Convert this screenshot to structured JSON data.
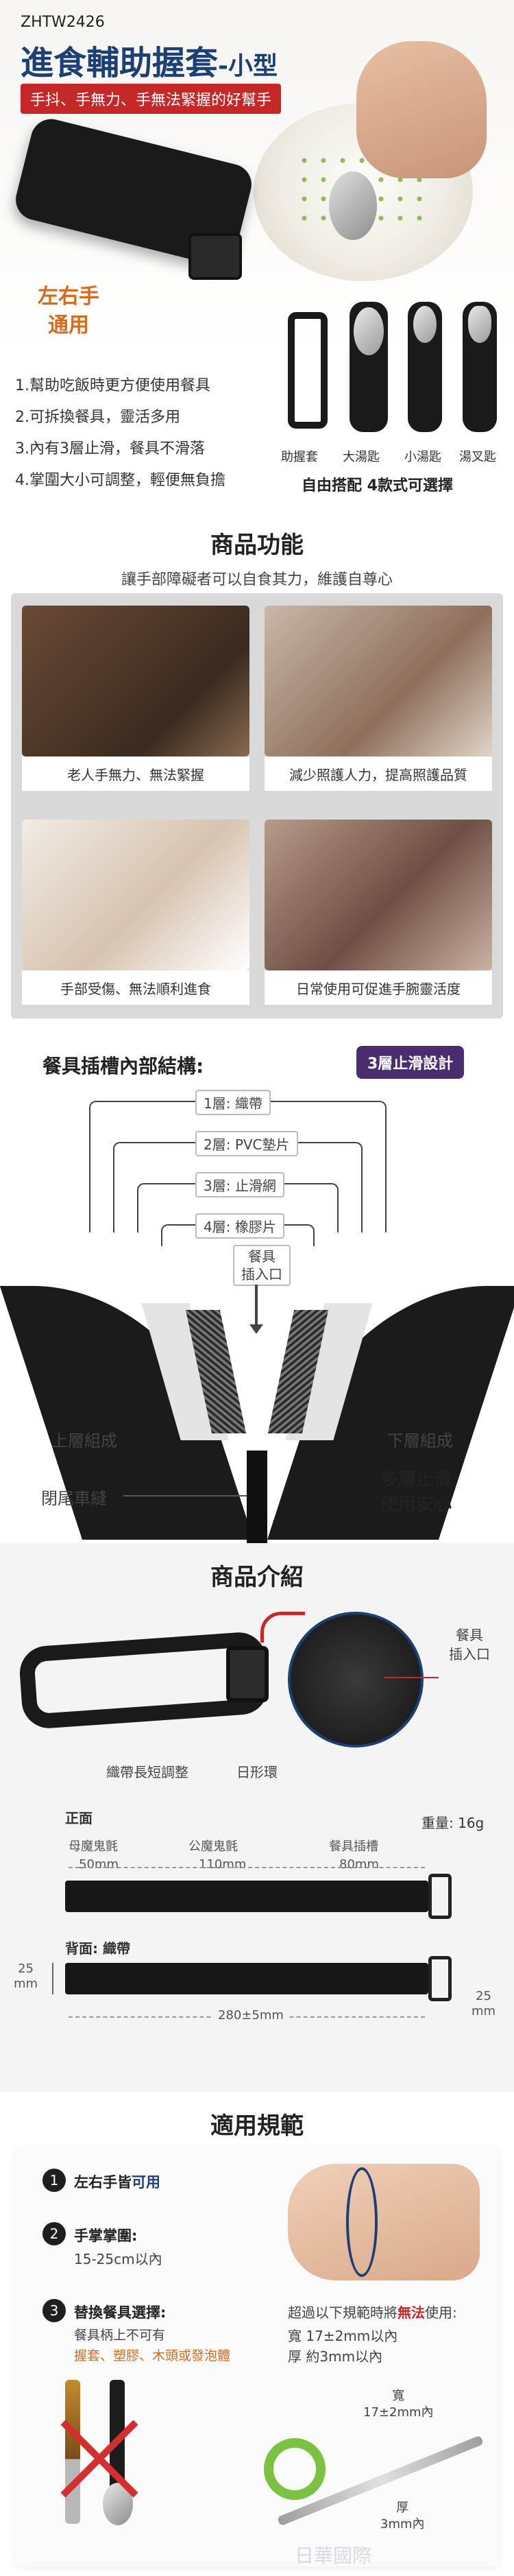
{
  "header": {
    "code": "ZHTW2426",
    "title_main": "進食輔助握套",
    "title_suffix": "-小型",
    "tagline": "手抖、手無力、手無法緊握的好幫手",
    "both_hands_line1": "左右手",
    "both_hands_line2": "通用",
    "features": [
      "1.幫助吃飯時更方便使用餐具",
      "2.可拆換餐具，靈活多用",
      "3.內有3層止滑，餐具不滑落",
      "4.掌圍大小可調整，輕便無負擔"
    ],
    "combo_labels": [
      "助握套",
      "大湯匙",
      "小湯匙",
      "湯叉匙"
    ],
    "combo_caption": "自由搭配 4款式可選擇"
  },
  "functions": {
    "title": "商品功能",
    "subtitle": "讓手部障礙者可以自食其力，維護自尊心",
    "items": [
      "老人手無力、無法緊握",
      "減少照護人力，提高照護品質",
      "手部受傷、無法順利進食",
      "日常使用可促進手腕靈活度"
    ]
  },
  "structure": {
    "title": "餐具插槽內部結構:",
    "badge": "3層止滑設計",
    "layers": [
      "1層: 織帶",
      "2層: PVC墊片",
      "3層: 止滑網",
      "4層: 橡膠片"
    ],
    "slot_line1": "餐具",
    "slot_line2": "插入口",
    "upper": "上層組成",
    "lower": "下層組成",
    "seam": "閉尾車縫",
    "safe_line1": "多層止滑",
    "safe_line2": "使用安心"
  },
  "intro": {
    "title": "商品介紹",
    "slot_line1": "餐具",
    "slot_line2": "插入口",
    "adjust": "織帶長短調整",
    "ring": "日形環",
    "front": "正面",
    "weight": "重量: 16g",
    "seg_labels": [
      "母魔鬼氈",
      "公魔鬼氈",
      "餐具插槽"
    ],
    "seg_sizes": [
      "50mm",
      "110mm",
      "80mm"
    ],
    "back": "背面: 織帶",
    "height": "25",
    "height_unit": "mm",
    "length": "280±5mm",
    "height2": "25",
    "height2_unit": "mm"
  },
  "spec": {
    "title": "適用規範",
    "items": [
      {
        "n": "1",
        "head": "左右手皆",
        "head_hl": "可用"
      },
      {
        "n": "2",
        "head": "手掌掌圍:",
        "body": "15-25cm以內"
      },
      {
        "n": "3",
        "head": "替換餐具選擇:",
        "body": "餐具柄上不可有",
        "body_hl": "握套、塑膠、木頭或發泡體"
      }
    ],
    "exceed_pre": "超過以下規範時將",
    "exceed_hl": "無法",
    "exceed_post": "使用:",
    "width_line": "寬  17±2mm以內",
    "thick_line": "厚  約3mm以內",
    "width_label": "寬",
    "width_value": "17±2mm內",
    "thick_label": "厚",
    "thick_value": "3mm內"
  },
  "watermark": "日華國際",
  "colors": {
    "accent_red": "#c62828",
    "orange": "#d86a1e",
    "purple": "#4a2d6e",
    "navy": "#1c3f75"
  }
}
